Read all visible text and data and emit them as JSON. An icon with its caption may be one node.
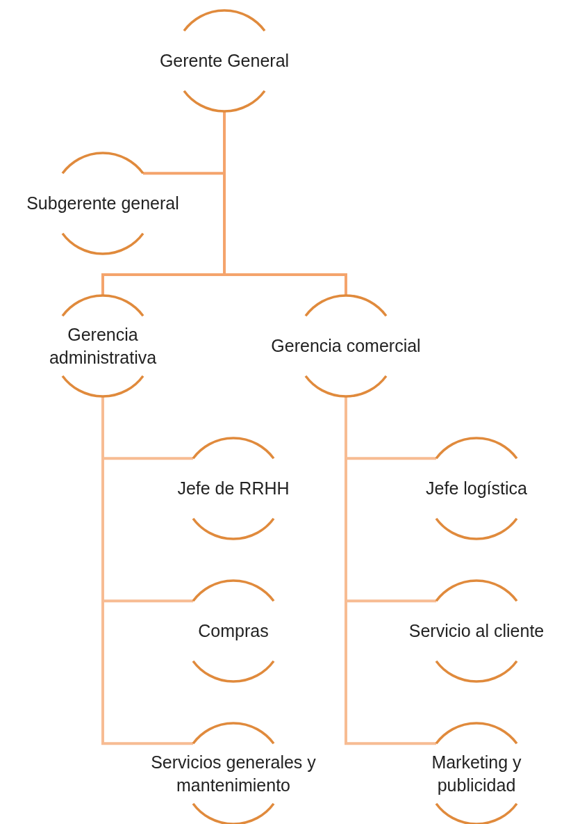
{
  "diagram": {
    "nodes": [
      {
        "text": [
          "Gerente General"
        ]
      },
      {
        "text": [
          "Subgerente general"
        ]
      },
      {
        "text": [
          "Gerencia administrativa"
        ]
      },
      {
        "text": [
          "Gerencia comercial"
        ]
      },
      {
        "text": [
          "Jefe de RRHH"
        ]
      },
      {
        "text": [
          "Compras"
        ]
      },
      {
        "text": [
          "Servicios generales y mantenimiento"
        ]
      },
      {
        "text": [
          "Jefe logística"
        ]
      },
      {
        "text": [
          "Servicio al cliente"
        ]
      },
      {
        "text": [
          "Marketing y publicidad"
        ]
      }
    ],
    "edges": [
      {
        "from": 0,
        "to": 1,
        "arrow": "none",
        "color": "#f4a46c"
      },
      {
        "from": 0,
        "to": 2,
        "arrow": "none",
        "color": "#f4a46c"
      },
      {
        "from": 0,
        "to": 3,
        "arrow": "none",
        "color": "#f4a46c"
      },
      {
        "from": 2,
        "to": 4,
        "arrow": "none"
      },
      {
        "from": 2,
        "to": 5,
        "arrow": "none"
      },
      {
        "from": 2,
        "to": 6,
        "arrow": "none"
      },
      {
        "from": 3,
        "to": 7,
        "arrow": "none"
      },
      {
        "from": 3,
        "to": 8,
        "arrow": "none"
      },
      {
        "from": 3,
        "to": 9,
        "arrow": "none"
      }
    ]
  }
}
